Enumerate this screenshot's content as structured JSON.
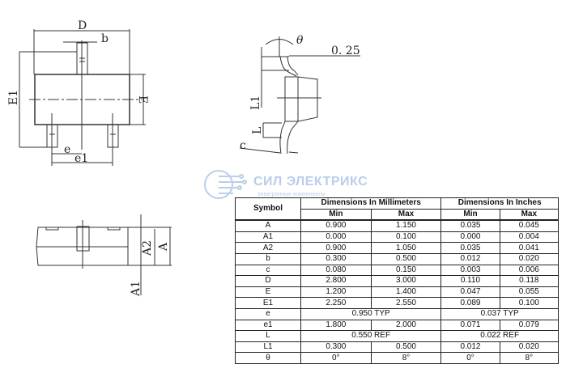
{
  "watermark": {
    "title": "СИЛ ЭЛЕКТРИКС",
    "subtitle": "электронные компоненты"
  },
  "labels": {
    "D": "D",
    "b": "b",
    "E1": "E1",
    "E": "E",
    "e": "e",
    "e1": "e1",
    "theta": "θ",
    "gauge": "0. 25",
    "L1": "L1",
    "L": "L",
    "c": "c",
    "A": "A",
    "A1": "A1",
    "A2": "A2"
  },
  "table": {
    "symbol_header": "Symbol",
    "mm_header": "Dimensions In Millimeters",
    "in_header": "Dimensions In Inches",
    "min": "Min",
    "max": "Max",
    "rows": [
      {
        "s": "A",
        "mmin": "0.900",
        "mmax": "1.150",
        "imin": "0.035",
        "imax": "0.045"
      },
      {
        "s": "A1",
        "mmin": "0.000",
        "mmax": "0.100",
        "imin": "0.000",
        "imax": "0.004"
      },
      {
        "s": "A2",
        "mmin": "0.900",
        "mmax": "1.050",
        "imin": "0.035",
        "imax": "0.041"
      },
      {
        "s": "b",
        "mmin": "0.300",
        "mmax": "0.500",
        "imin": "0.012",
        "imax": "0.020"
      },
      {
        "s": "c",
        "mmin": "0.080",
        "mmax": "0.150",
        "imin": "0.003",
        "imax": "0.006"
      },
      {
        "s": "D",
        "mmin": "2.800",
        "mmax": "3.000",
        "imin": "0.110",
        "imax": "0.118"
      },
      {
        "s": "E",
        "mmin": "1.200",
        "mmax": "1.400",
        "imin": "0.047",
        "imax": "0.055"
      },
      {
        "s": "E1",
        "mmin": "2.250",
        "mmax": "2.550",
        "imin": "0.089",
        "imax": "0.100"
      },
      {
        "s": "e",
        "mm": "0.950 TYP",
        "in": "0.037 TYP"
      },
      {
        "s": "e1",
        "mmin": "1.800",
        "mmax": "2.000",
        "imin": "0.071",
        "imax": "0.079"
      },
      {
        "s": "L",
        "mm": "0.550 REF",
        "in": "0.022 REF"
      },
      {
        "s": "L1",
        "mmin": "0.300",
        "mmax": "0.500",
        "imin": "0.012",
        "imax": "0.020"
      },
      {
        "s": "θ",
        "mmin": "0°",
        "mmax": "8°",
        "imin": "0°",
        "imax": "8°"
      }
    ]
  }
}
